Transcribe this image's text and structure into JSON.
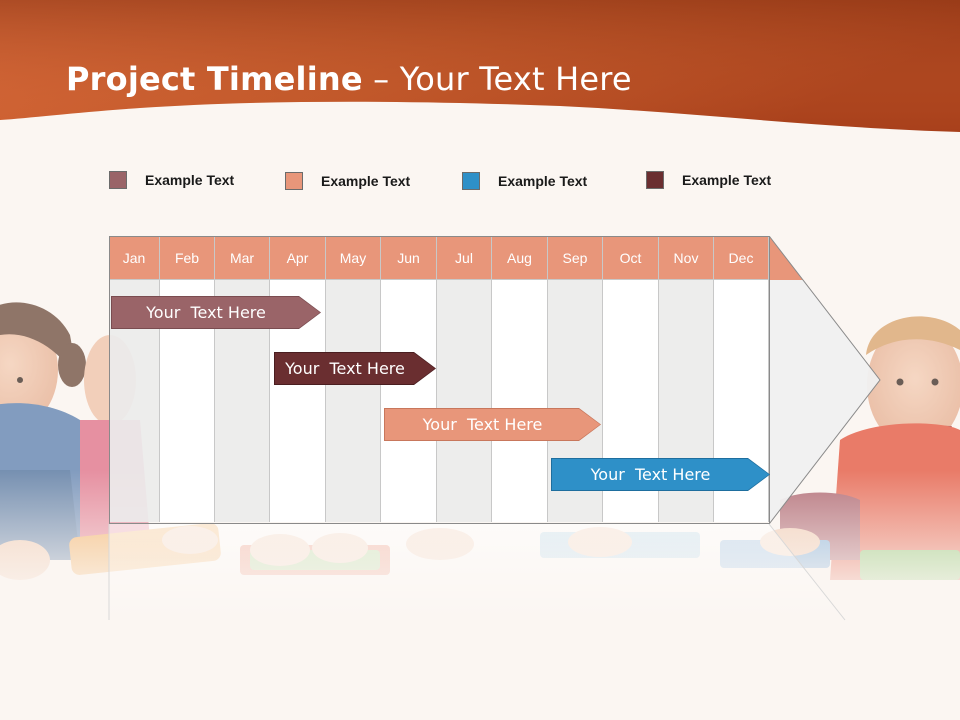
{
  "slide": {
    "title_bold": "Project Timeline",
    "title_rest": " – Your Text Here"
  },
  "colors": {
    "header_dark": "#b04a1e",
    "header_light": "#e0733f",
    "month_header": "#e8967a",
    "legend_1": "#9a6468",
    "legend_2": "#e8967a",
    "legend_3": "#2e90c8",
    "legend_4": "#6a2e30"
  },
  "legend": [
    {
      "label": "Example Text",
      "color": "#9a6468"
    },
    {
      "label": "Example Text",
      "color": "#e8967a"
    },
    {
      "label": "Example Text",
      "color": "#2e90c8"
    },
    {
      "label": "Example Text",
      "color": "#6a2e30"
    }
  ],
  "timeline": {
    "months": [
      "Jan",
      "Feb",
      "Mar",
      "Apr",
      "May",
      "Jun",
      "Jul",
      "Aug",
      "Sep",
      "Oct",
      "Nov",
      "Dec"
    ],
    "tasks": [
      {
        "label": "Your  Text Here",
        "color": "#9a6468",
        "start_month": "Jan",
        "end_month": "Apr"
      },
      {
        "label": "Your  Text Here",
        "color": "#6a2e30",
        "start_month": "Apr",
        "end_month": "Jun"
      },
      {
        "label": "Your  Text Here",
        "color": "#e8967a",
        "start_month": "Jun",
        "end_month": "Sep"
      },
      {
        "label": "Your  Text Here",
        "color": "#2e90c8",
        "start_month": "Sep",
        "end_month": "Dec"
      }
    ]
  }
}
